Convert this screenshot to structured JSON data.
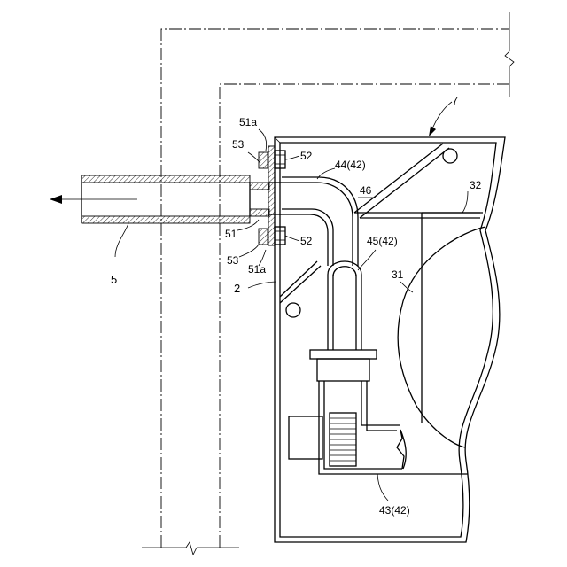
{
  "labels": {
    "ref_7": "7",
    "ref_51a_top": "51a",
    "ref_53_top": "53",
    "ref_52_top": "52",
    "ref_44_42": "44(42)",
    "ref_46": "46",
    "ref_32": "32",
    "ref_51": "51",
    "ref_52_bottom": "52",
    "ref_45_42": "45(42)",
    "ref_53_bottom": "53",
    "ref_51a_bottom": "51a",
    "ref_31": "31",
    "ref_5": "5",
    "ref_2": "2",
    "ref_43_42": "43(42)"
  }
}
